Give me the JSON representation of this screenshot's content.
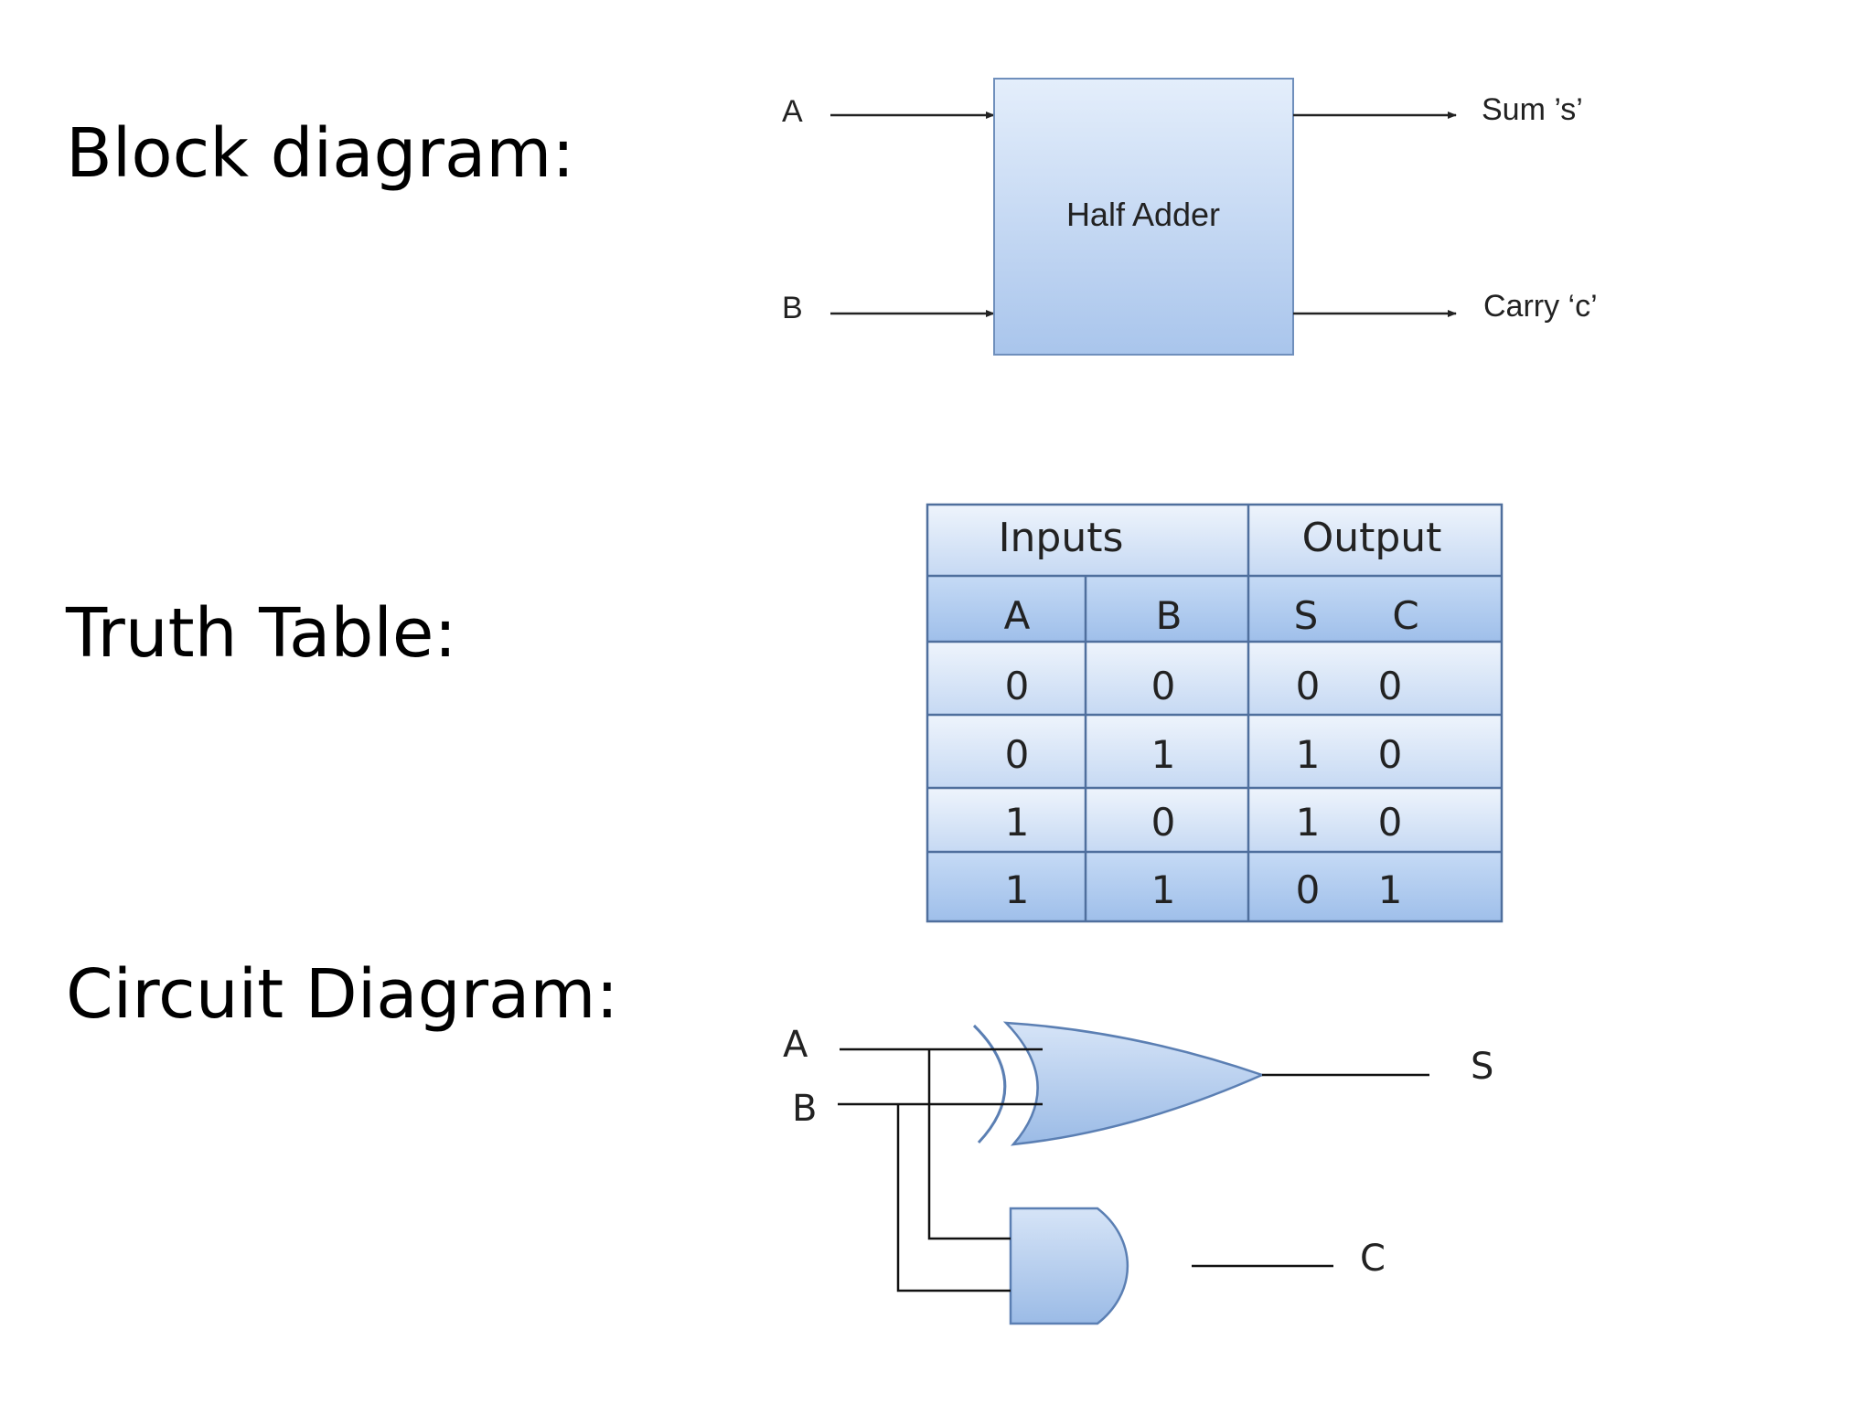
{
  "headings": {
    "block": "Block diagram:",
    "truth": "Truth Table:",
    "circuit": "Circuit Diagram:"
  },
  "block_diagram": {
    "input_a": "A",
    "input_b": "B",
    "box_label": "Half Adder",
    "output_sum": "Sum ’s’",
    "output_carry": "Carry ‘c’"
  },
  "truth_table": {
    "group_inputs": "Inputs",
    "group_output": "Output",
    "col_a": "A",
    "col_b": "B",
    "col_s": "S",
    "col_c": "C",
    "rows": [
      {
        "a": "0",
        "b": "0",
        "s": "0",
        "c": "0"
      },
      {
        "a": "0",
        "b": "1",
        "s": "1",
        "c": "0"
      },
      {
        "a": "1",
        "b": "0",
        "s": "1",
        "c": "0"
      },
      {
        "a": "1",
        "b": "1",
        "s": "0",
        "c": "1"
      }
    ]
  },
  "circuit": {
    "input_a": "A",
    "input_b": "B",
    "output_s": "S",
    "output_c": "C"
  },
  "colors": {
    "gate_fill_light": "#dde9f8",
    "gate_fill_dark": "#9dbde8",
    "table_header": "#b3cdf0",
    "line": "#111111"
  }
}
